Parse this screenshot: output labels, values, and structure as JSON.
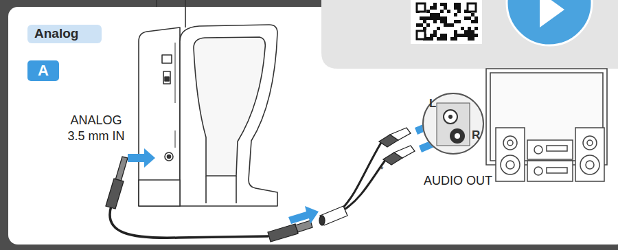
{
  "diagram": {
    "nodes": [
      {
        "text": [
          "Analog"
        ]
      },
      {
        "text": [
          "A"
        ]
      },
      {
        "text": [
          "L",
          "R"
        ]
      }
    ],
    "labels": [
      "ANALOG 3.5 mm IN",
      "AUDIO OUT",
      "*"
    ]
  }
}
